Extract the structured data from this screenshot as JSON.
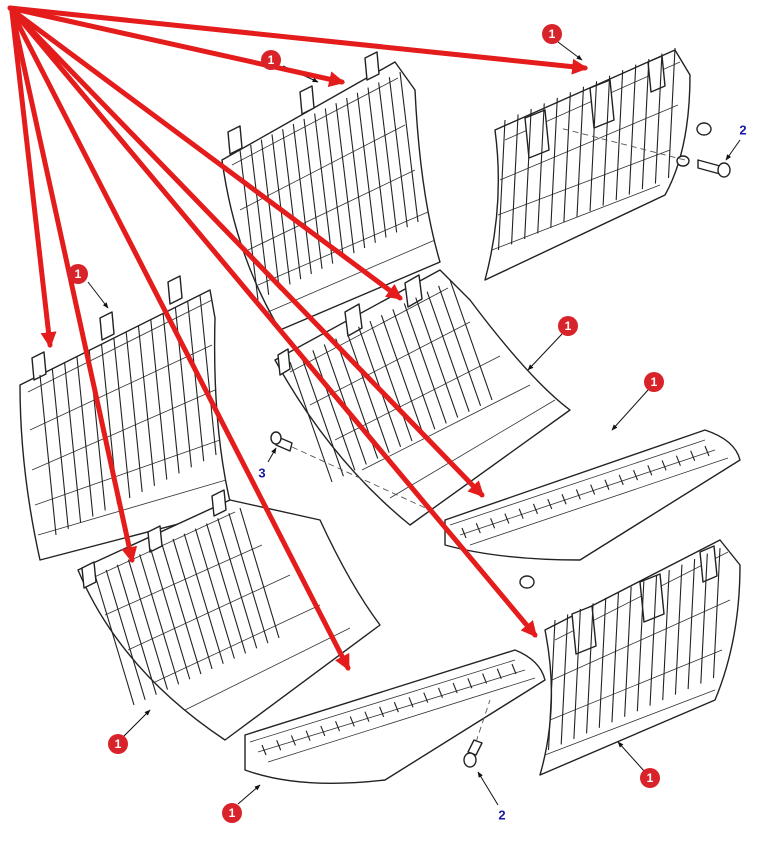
{
  "colors": {
    "arrow": "#e41c1c",
    "callout": "#d8232a",
    "label": "#1a1aa6",
    "line": "#222222"
  },
  "callouts": {
    "c1": "1",
    "c2": "1",
    "c3": "1",
    "c4": "1",
    "c5": "1",
    "c6": "1",
    "c7": "1",
    "c8": "1"
  },
  "labels": {
    "bolt_top_right": "2",
    "bolt_bottom": "2",
    "bolt_left": "3"
  }
}
